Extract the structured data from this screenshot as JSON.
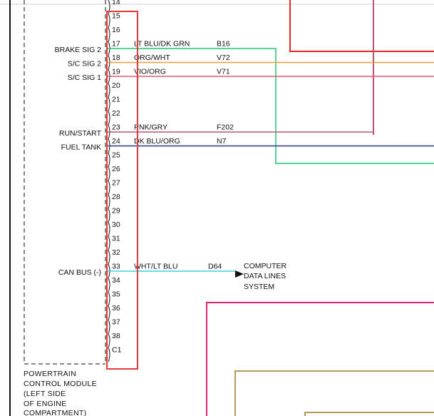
{
  "module": {
    "label_lines": [
      "POWERTRAIN",
      "CONTROL MODULE",
      "(LEFT SIDE",
      "OF ENGINE",
      "COMPARTMENT)"
    ],
    "pins": [
      {
        "num": "14",
        "signal": "",
        "wire": "",
        "circuit": "",
        "color": ""
      },
      {
        "num": "15",
        "signal": "",
        "wire": "",
        "circuit": "",
        "color": ""
      },
      {
        "num": "16",
        "signal": "",
        "wire": "",
        "circuit": "",
        "color": ""
      },
      {
        "num": "17",
        "signal": "",
        "wire": "LT BLU/DK GRN",
        "circuit": "B16",
        "color": ""
      },
      {
        "num": "18",
        "signal": "BRAKE SIG 2",
        "wire": "ORG/WHT",
        "circuit": "V72",
        "color": "#1fc76e"
      },
      {
        "num": "19",
        "signal": "S/C SIG 2",
        "wire": "VIO/ORG",
        "circuit": "V71",
        "color": "#f29a3a"
      },
      {
        "num": "20",
        "signal": "S/C SIG 1",
        "wire": "",
        "circuit": "",
        "color": "#e9576f"
      },
      {
        "num": "21",
        "signal": "",
        "wire": "",
        "circuit": "",
        "color": ""
      },
      {
        "num": "22",
        "signal": "",
        "wire": "",
        "circuit": "",
        "color": ""
      },
      {
        "num": "23",
        "signal": "",
        "wire": "PNK/GRY",
        "circuit": "F202",
        "color": ""
      },
      {
        "num": "24",
        "signal": "RUN/START",
        "wire": "DK BLU/ORG",
        "circuit": "N7",
        "color": "#c0517a"
      },
      {
        "num": "25",
        "signal": "FUEL TANK",
        "wire": "",
        "circuit": "",
        "color": "#2d3a8c"
      },
      {
        "num": "26",
        "signal": "",
        "wire": "",
        "circuit": "",
        "color": ""
      },
      {
        "num": "27",
        "signal": "",
        "wire": "",
        "circuit": "",
        "color": ""
      },
      {
        "num": "28",
        "signal": "",
        "wire": "",
        "circuit": "",
        "color": ""
      },
      {
        "num": "29",
        "signal": "",
        "wire": "",
        "circuit": "",
        "color": ""
      },
      {
        "num": "30",
        "signal": "",
        "wire": "",
        "circuit": "",
        "color": ""
      },
      {
        "num": "31",
        "signal": "",
        "wire": "",
        "circuit": "",
        "color": ""
      },
      {
        "num": "32",
        "signal": "",
        "wire": "",
        "circuit": "",
        "color": ""
      },
      {
        "num": "33",
        "signal": "",
        "wire": "WHT/LT BLU",
        "circuit": "D64",
        "color": ""
      },
      {
        "num": "34",
        "signal": "CAN BUS (-)",
        "wire": "",
        "circuit": "",
        "color": "#3fd0e0"
      },
      {
        "num": "35",
        "signal": "",
        "wire": "",
        "circuit": "",
        "color": ""
      },
      {
        "num": "36",
        "signal": "",
        "wire": "",
        "circuit": "",
        "color": ""
      },
      {
        "num": "37",
        "signal": "",
        "wire": "",
        "circuit": "",
        "color": ""
      },
      {
        "num": "38",
        "signal": "",
        "wire": "",
        "circuit": "",
        "color": ""
      },
      {
        "num": "C1",
        "signal": "",
        "wire": "",
        "circuit": "",
        "color": ""
      }
    ]
  },
  "destination": {
    "label_lines": [
      "COMPUTER",
      "DATA LINES",
      "SYSTEM"
    ]
  },
  "colors": {
    "highlight_box": "#e23b3b",
    "red_wire": "#e8242b",
    "pink_wire": "#e0488f",
    "magenta_wire": "#e0287a",
    "tan_wire": "#b89a5a",
    "black_line": "#111111"
  }
}
